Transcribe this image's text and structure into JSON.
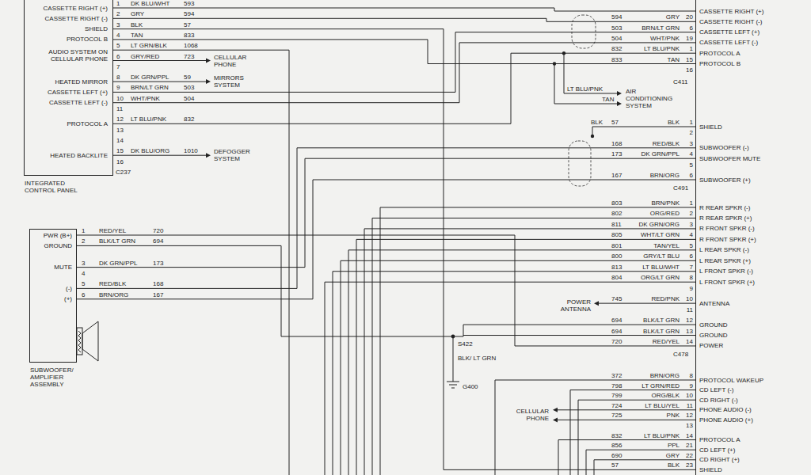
{
  "diagram": {
    "nodes": [
      {
        "text": [
          "CASSETTE RIGHT (+)",
          "CASSETTE RIGHT (-)",
          "SHIELD",
          "PROTOCOL B",
          "AUDIO SYSTEM ON CELLULAR PHONE",
          "HEATED MIRROR",
          "CASSETTE LEFT (+)",
          "CASSETTE LEFT (-)",
          "PROTOCOL A",
          "HEATED BACKLITE",
          "INTEGRATED CONTROL PANEL"
        ]
      },
      {
        "text": [
          "PWR (B+)",
          "GROUND",
          "MUTE",
          "(-)",
          "(+)",
          "SUBWOOFER/ AMPLIFIER ASSEMBLY"
        ]
      },
      {
        "text": [
          "CASSETTE RIGHT (+)",
          "CASSETTE RIGHT (-)",
          "CASSETTE LEFT (+)",
          "CASSETTE LEFT (-)",
          "PROTOCOL A",
          "PROTOCOL B",
          "SHIELD",
          "SUBWOOFER (-)",
          "SUBWOOFER MUTE",
          "SUBWOOFER (+)",
          "R REAR SPKR (-)",
          "R REAR SPKR (+)",
          "R FRONT SPKR (-)",
          "R FRONT SPKR (+)",
          "L REAR SPKR (-)",
          "L REAR SPKR (+)",
          "L FRONT SPKR (-)",
          "L FRONT SPKR (+)",
          "ANTENNA",
          "GROUND",
          "GROUND",
          "POWER",
          "PROTOCOL WAKEUP",
          "CD LEFT (-)",
          "CD RIGHT (-)",
          "PHONE AUDIO (-)",
          "PHONE AUDIO (+)",
          "PROTOCOL A",
          "CD LEFT (+)",
          "CD RIGHT (+)",
          "SHIELD"
        ]
      }
    ],
    "edges": [
      {
        "from": 0,
        "to": 2,
        "arrow": "none"
      },
      {
        "from": 0,
        "to": 2,
        "arrow": "none"
      },
      {
        "from": 0,
        "to": 2,
        "arrow": "none"
      },
      {
        "from": 0,
        "to": 2,
        "arrow": "none"
      },
      {
        "from": 0,
        "to": 2,
        "arrow": "none"
      },
      {
        "from": 0,
        "to": 2,
        "arrow": "none"
      },
      {
        "from": 0,
        "to": 2,
        "arrow": "none"
      },
      {
        "from": 1,
        "to": 2,
        "arrow": "none"
      },
      {
        "from": 1,
        "to": 2,
        "arrow": "none"
      },
      {
        "from": 1,
        "to": 2,
        "arrow": "none"
      },
      {
        "from": 1,
        "to": 2,
        "arrow": "none"
      }
    ],
    "labels": [
      "1",
      "DK BLU/WHT",
      "593",
      "2",
      "GRY",
      "594",
      "3",
      "BLK",
      "57",
      "4",
      "TAN",
      "833",
      "5",
      "LT GRN/BLK",
      "1068",
      "6",
      "GRY/RED",
      "723",
      "7",
      "8",
      "DK GRN/PPL",
      "59",
      "9",
      "BRN/LT GRN",
      "503",
      "10",
      "WHT/PNK",
      "504",
      "11",
      "12",
      "LT BLU/PNK",
      "832",
      "13",
      "14",
      "15",
      "DK BLU/ORG",
      "1010",
      "16",
      "C237",
      "CELLULAR PHONE",
      "MIRRORS SYSTEM",
      "DEFOGGER SYSTEM",
      "1",
      "RED/YEL",
      "720",
      "2",
      "BLK/LT GRN",
      "694",
      "3",
      "DK GRN/PPL",
      "173",
      "4",
      "5",
      "RED/BLK",
      "168",
      "6",
      "BRN/ORG",
      "167",
      "594",
      "GRY",
      "20",
      "503",
      "BRN/LT GRN",
      "6",
      "504",
      "WHT/PNK",
      "19",
      "832",
      "LT BLU/PNK",
      "1",
      "833",
      "TAN",
      "15",
      "16",
      "C411",
      "LT BLU/PNK",
      "TAN",
      "AIR CONDITIONING SYSTEM",
      "BLK",
      "57",
      "BLK",
      "1",
      "2",
      "168",
      "RED/BLK",
      "3",
      "173",
      "DK GRN/PPL",
      "4",
      "5",
      "167",
      "BRN/ORG",
      "6",
      "C491",
      "803",
      "BRN/PNK",
      "1",
      "802",
      "ORG/RED",
      "2",
      "811",
      "DK GRN/ORG",
      "3",
      "805",
      "WHT/LT GRN",
      "4",
      "801",
      "TAN/YEL",
      "5",
      "800",
      "GRY/LT BLU",
      "6",
      "813",
      "LT BLU/WHT",
      "7",
      "804",
      "ORG/LT GRN",
      "8",
      "9",
      "745",
      "RED/PNK",
      "10",
      "11",
      "694",
      "BLK/LT GRN",
      "12",
      "694",
      "BLK/LT GRN",
      "13",
      "720",
      "RED/YEL",
      "14",
      "C478",
      "POWER ANTENNA",
      "S422",
      "BLK/ LT GRN",
      "G400",
      "372",
      "BRN/ORG",
      "8",
      "798",
      "LT GRN/RED",
      "9",
      "799",
      "ORG/BLK",
      "10",
      "724",
      "LT BLU/YEL",
      "11",
      "725",
      "PNK",
      "12",
      "13",
      "832",
      "LT BLU/PNK",
      "14",
      "856",
      "PPL",
      "21",
      "690",
      "GRY",
      "22",
      "57",
      "BLK",
      "23",
      "CELLULAR PHONE"
    ]
  }
}
